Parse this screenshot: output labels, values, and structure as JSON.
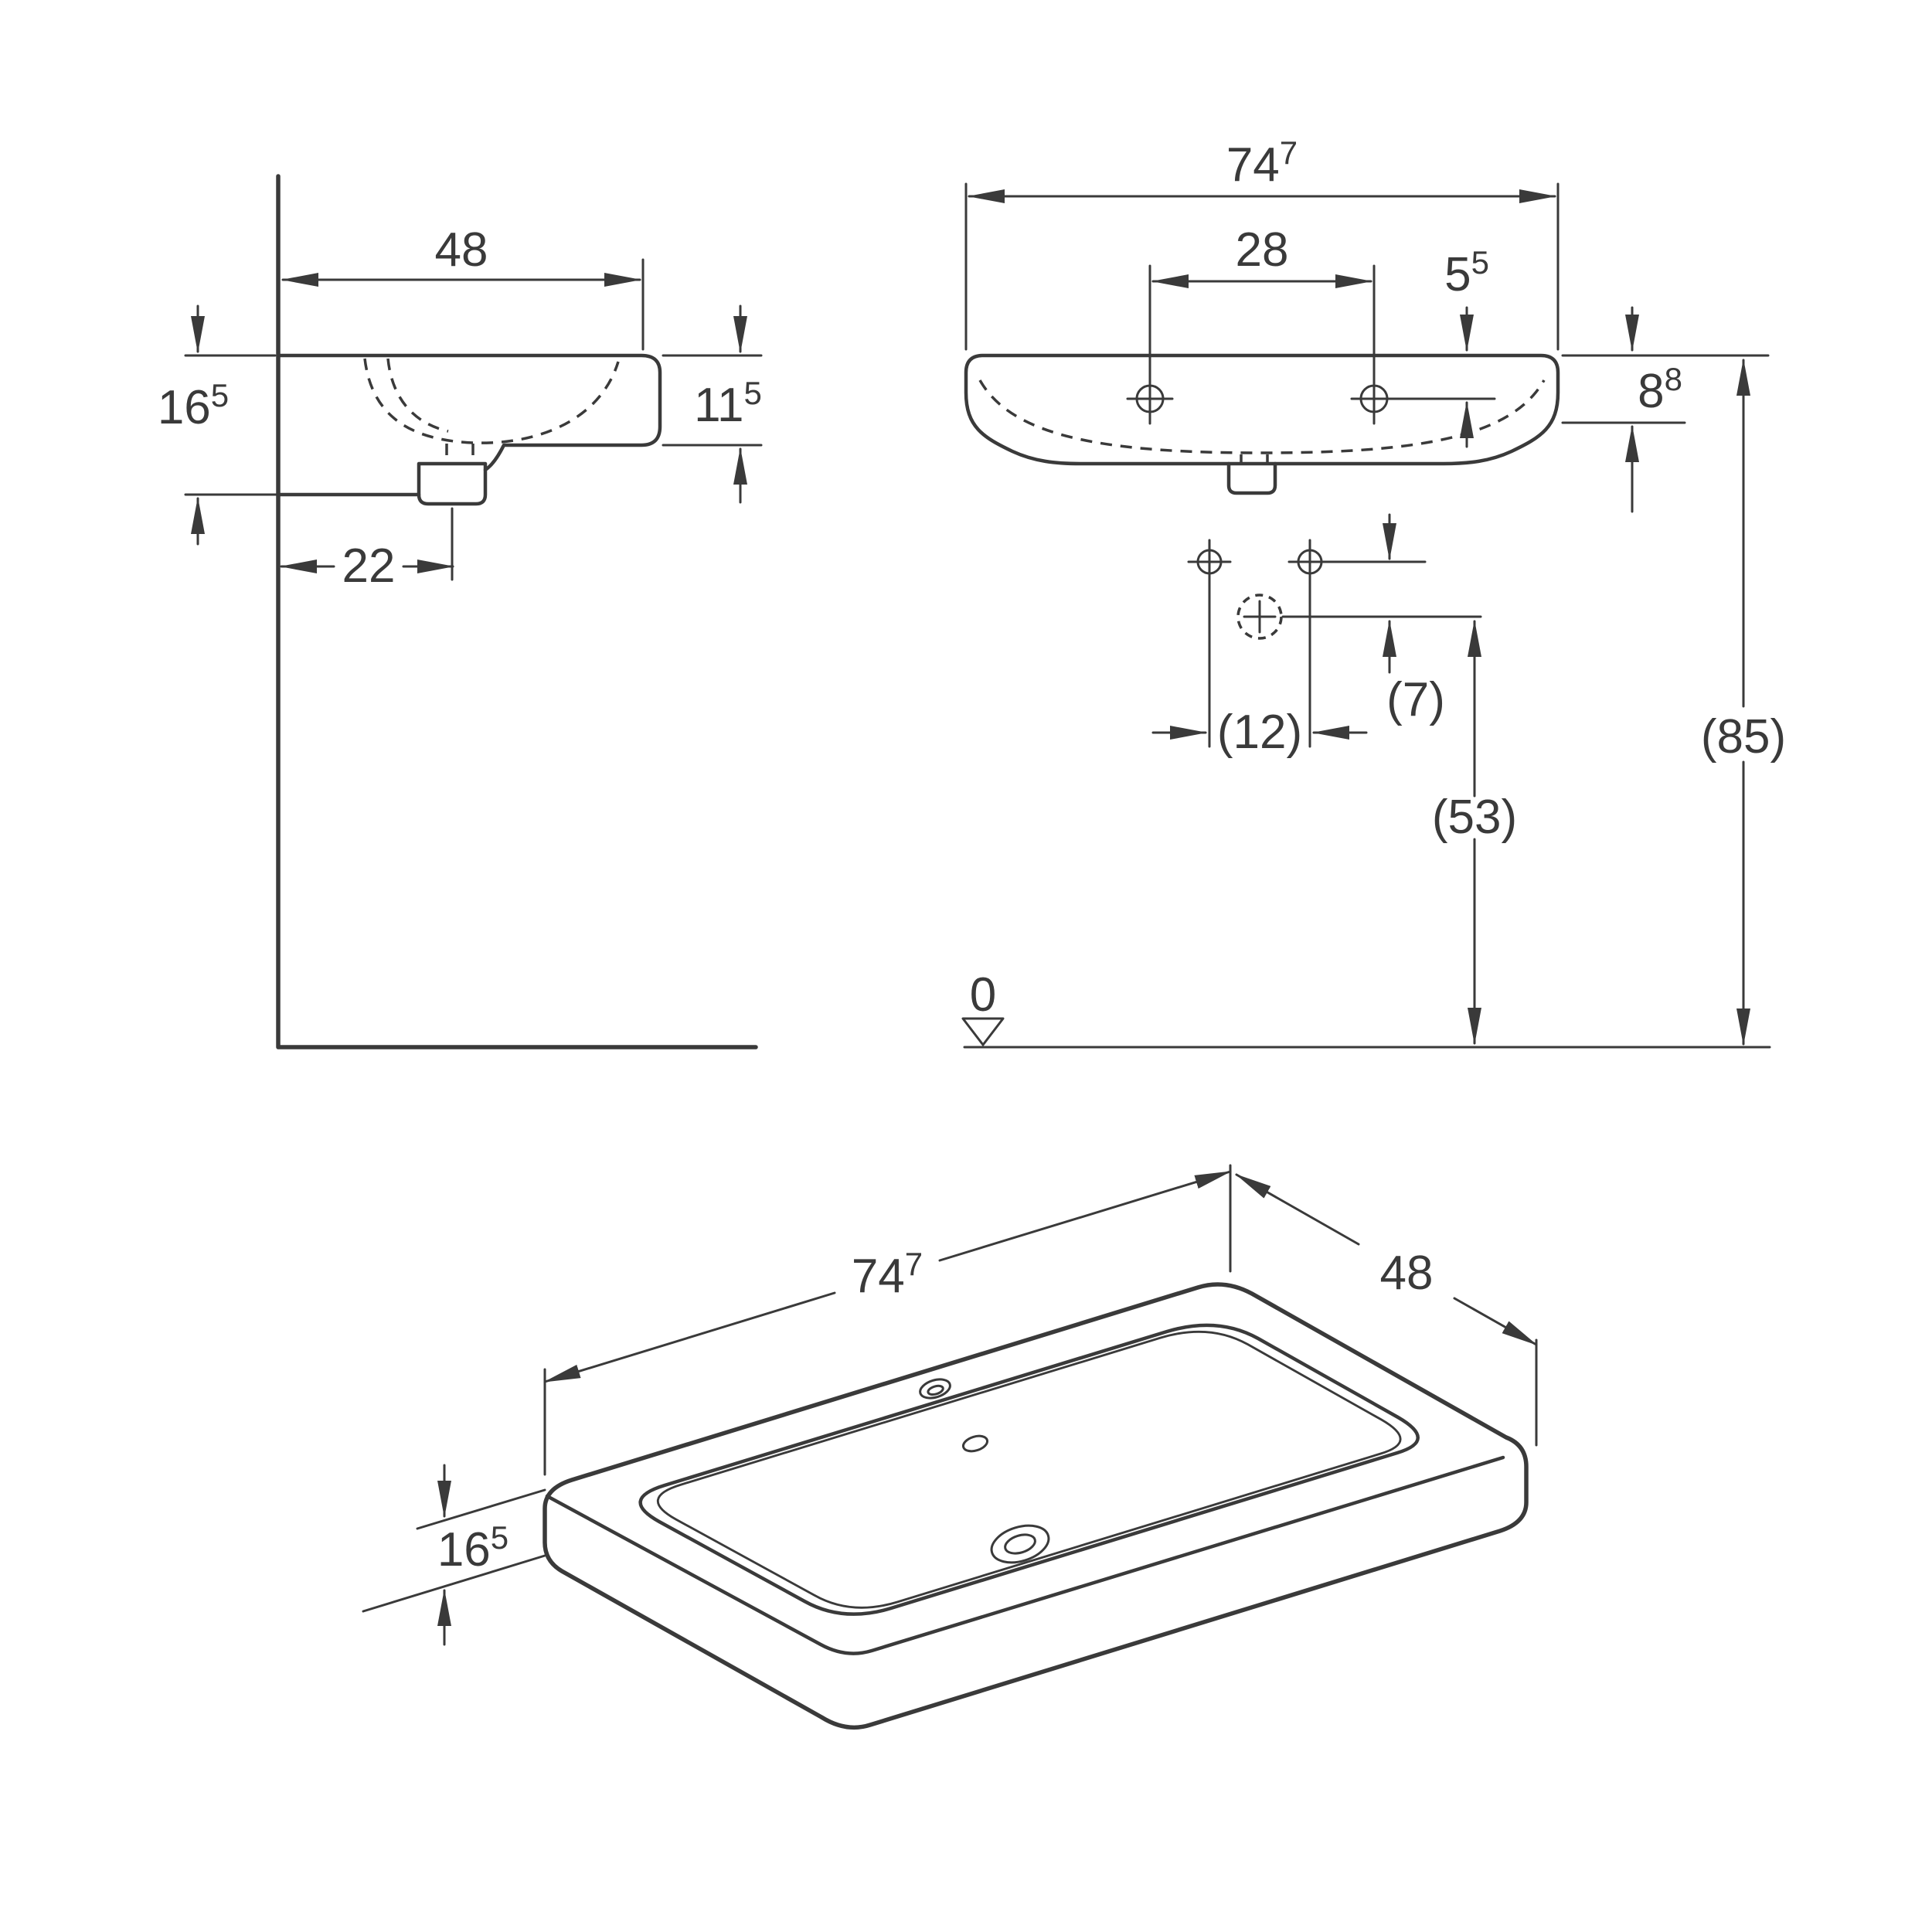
{
  "colors": {
    "line": "#3a3a3a",
    "background": "#ffffff"
  },
  "views": {
    "side": {
      "width": {
        "value": "48"
      },
      "height_back": {
        "value": "16",
        "sup": "5"
      },
      "height_front": {
        "value": "11",
        "sup": "5"
      },
      "trap_offset": {
        "value": "22"
      }
    },
    "front": {
      "width": {
        "value": "74",
        "sup": "7"
      },
      "tap_spacing": {
        "value": "28"
      },
      "tap_inset": {
        "value": "5",
        "sup": "5"
      },
      "rim_height": {
        "value": "8",
        "sup": "8"
      },
      "supply_spacing": {
        "value": "(12)"
      },
      "supply_to_drain": {
        "value": "(7)"
      },
      "drain_height": {
        "value": "(53)"
      },
      "overall_height": {
        "value": "(85)"
      },
      "floor_datum": {
        "value": "0"
      }
    },
    "iso": {
      "width": {
        "value": "74",
        "sup": "7"
      },
      "depth": {
        "value": "48"
      },
      "height": {
        "value": "16",
        "sup": "5"
      }
    }
  }
}
